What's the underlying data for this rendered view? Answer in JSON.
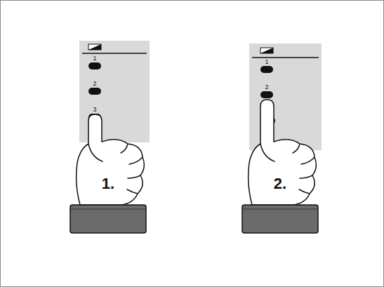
{
  "diagram": {
    "labels": [
      "1",
      "2",
      "3",
      "1.",
      "1",
      "2",
      "2."
    ]
  }
}
